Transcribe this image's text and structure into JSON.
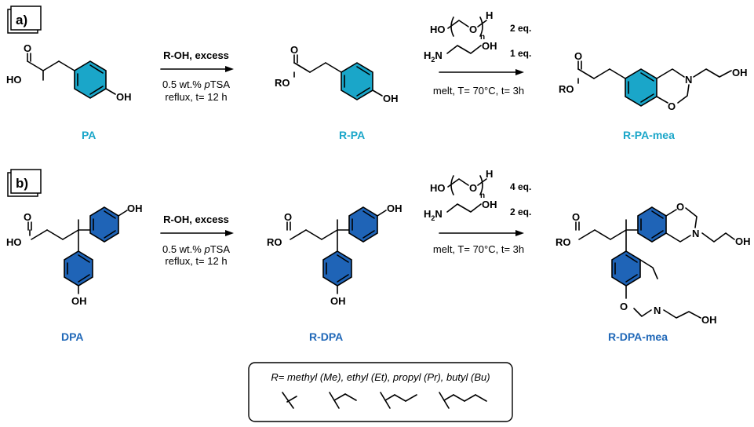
{
  "panel_a": {
    "tag": "a)",
    "step1": {
      "reagent": "R-OH, excess",
      "cond1": "0.5 wt.%",
      "cond1_italic": "p",
      "cond1_end": "TSA",
      "cond2": "reflux, t= 12 h"
    },
    "step2": {
      "reagent1_eq": "2 eq.",
      "reagent2_eq": "1 eq.",
      "cond": "melt, T= 70°C, t= 3h"
    },
    "labels": {
      "start": "PA",
      "mid": "R-PA",
      "end": "R-PA-mea"
    }
  },
  "panel_b": {
    "tag": "b)",
    "step1": {
      "reagent": "R-OH, excess",
      "cond1": "0.5 wt.%",
      "cond1_italic": "p",
      "cond1_end": "TSA",
      "cond2": "reflux, t= 12 h"
    },
    "step2": {
      "reagent1_eq": "4 eq.",
      "reagent2_eq": "2 eq.",
      "cond": "melt, T= 70°C, t= 3h"
    },
    "labels": {
      "start": "DPA",
      "mid": "R-DPA",
      "end": "R-DPA-mea"
    }
  },
  "atoms": {
    "HO": "HO",
    "OH": "OH",
    "RO": "RO",
    "O": "O",
    "N": "N",
    "H": "H",
    "n": "n",
    "H2N_H": "H",
    "H2N_2": "2",
    "H2N_N": "N"
  },
  "legend": {
    "text": "R= methyl (Me), ethyl (Et), propyl (Pr), butyl (Bu)"
  },
  "colors": {
    "panel_a_ring": "#1aa6c9",
    "panel_b_ring": "#1f64b7"
  }
}
